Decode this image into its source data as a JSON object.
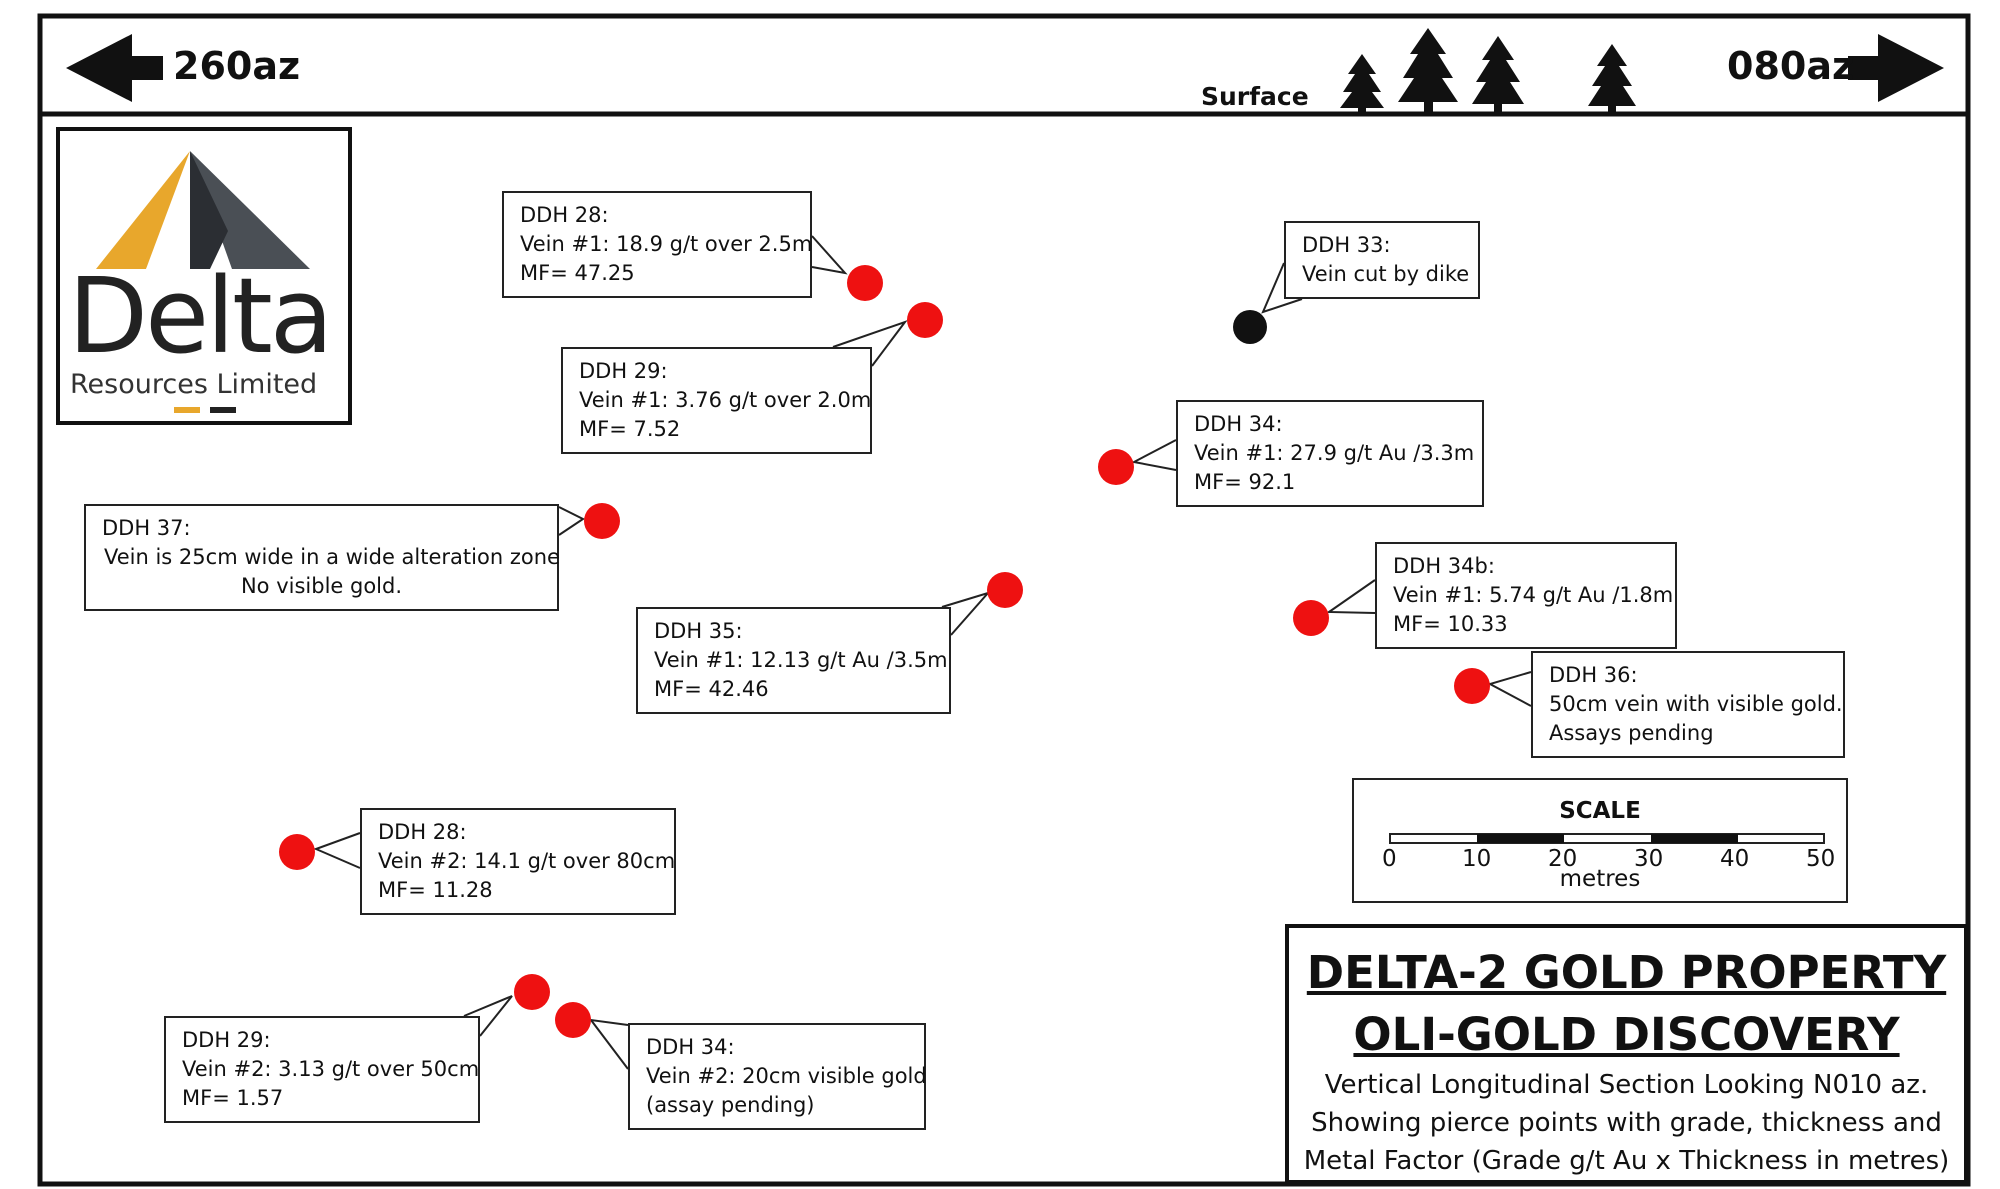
{
  "header": {
    "left_az": "260az",
    "right_az": "080az",
    "surface_label": "Surface"
  },
  "logo": {
    "name": "Delta",
    "subtitle": "Resources Limited",
    "colors": {
      "gold": "#e8a72c",
      "grey": "#4a4f55",
      "dark": "#222222"
    }
  },
  "callouts": [
    {
      "id": "ddh28-v1",
      "lines": [
        "DDH 28:",
        "Vein #1: 18.9 g/t over 2.5m",
        "MF= 47.25"
      ]
    },
    {
      "id": "ddh29-v1",
      "lines": [
        "DDH 29:",
        "Vein #1: 3.76 g/t over 2.0m",
        "MF= 7.52"
      ]
    },
    {
      "id": "ddh33",
      "lines": [
        "DDH 33:",
        "Vein cut by dike"
      ]
    },
    {
      "id": "ddh34-v1",
      "lines": [
        "DDH 34:",
        "Vein #1: 27.9 g/t Au /3.3m",
        "MF= 92.1"
      ]
    },
    {
      "id": "ddh37",
      "lines": [
        "DDH 37:",
        "Vein is 25cm wide in a wide alteration zone",
        "No visible gold."
      ]
    },
    {
      "id": "ddh35",
      "lines": [
        "DDH 35:",
        "Vein #1: 12.13 g/t Au /3.5m",
        "MF= 42.46"
      ]
    },
    {
      "id": "ddh34b",
      "lines": [
        "DDH 34b:",
        "Vein #1: 5.74 g/t Au /1.8m",
        "MF= 10.33"
      ]
    },
    {
      "id": "ddh36",
      "lines": [
        "DDH 36:",
        "50cm vein with visible gold.",
        "Assays pending"
      ]
    },
    {
      "id": "ddh28-v2",
      "lines": [
        "DDH 28:",
        "Vein #2: 14.1 g/t over 80cm",
        "MF= 11.28"
      ]
    },
    {
      "id": "ddh29-v2",
      "lines": [
        "DDH 29:",
        "Vein #2: 3.13 g/t over 50cm",
        "MF= 1.57"
      ]
    },
    {
      "id": "ddh34-v2",
      "lines": [
        "DDH 34:",
        "Vein #2: 20cm visible gold",
        "(assay pending)"
      ]
    }
  ],
  "pierce_points": [
    {
      "id": "ddh28-v1",
      "status": "assayed"
    },
    {
      "id": "ddh29-v1",
      "status": "assayed"
    },
    {
      "id": "ddh33",
      "status": "dike"
    },
    {
      "id": "ddh34-v1",
      "status": "assayed"
    },
    {
      "id": "ddh37",
      "status": "assayed"
    },
    {
      "id": "ddh35",
      "status": "assayed"
    },
    {
      "id": "ddh34b",
      "status": "assayed"
    },
    {
      "id": "ddh36",
      "status": "assayed"
    },
    {
      "id": "ddh28-v2",
      "status": "assayed"
    },
    {
      "id": "ddh29-v2",
      "status": "assayed"
    },
    {
      "id": "ddh34-v2",
      "status": "assayed"
    }
  ],
  "colors": {
    "assayed": "#ee1111",
    "dike": "#111111"
  },
  "scale": {
    "title": "SCALE",
    "ticks": [
      "0",
      "10",
      "20",
      "30",
      "40",
      "50"
    ],
    "unit": "metres"
  },
  "title_block": {
    "line1": "DELTA-2 GOLD PROPERTY",
    "line2": "OLI-GOLD DISCOVERY",
    "desc1": "Vertical Longitudinal Section Looking N010 az.",
    "desc2": "Showing pierce points with grade, thickness and",
    "desc3": "Metal Factor (Grade g/t Au x Thickness in metres)"
  }
}
